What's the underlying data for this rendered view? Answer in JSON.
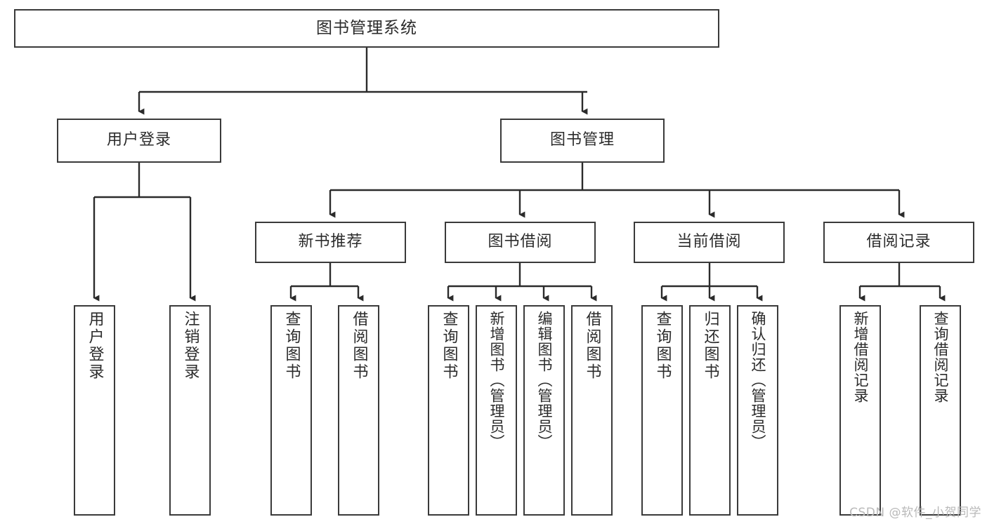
{
  "diagram": {
    "title": "图书管理系统",
    "type": "tree-hierarchy-chart",
    "watermark": "CSDN @软件_小贺同学",
    "colors": {
      "box_border": "#3a3a3a",
      "box_fill": "#ffffff",
      "edge": "#2b2b2b",
      "text": "#2b2b2b",
      "watermark": "#b9b9b9",
      "background": "#ffffff"
    },
    "root": {
      "label": "图书管理系统"
    },
    "level2": [
      {
        "id": "user-login",
        "label": "用户登录"
      },
      {
        "id": "book-manage",
        "label": "图书管理"
      }
    ],
    "level3": [
      {
        "id": "new-book-recommend",
        "label": "新书推荐",
        "parent": "book-manage"
      },
      {
        "id": "book-borrow",
        "label": "图书借阅",
        "parent": "book-manage"
      },
      {
        "id": "current-borrow",
        "label": "当前借阅",
        "parent": "book-manage"
      },
      {
        "id": "borrow-record",
        "label": "借阅记录",
        "parent": "book-manage"
      }
    ],
    "leaves": {
      "user-login": [
        {
          "id": "leaf-user-login",
          "label": "用户登录"
        },
        {
          "id": "leaf-logout-login",
          "label": "注销登录"
        }
      ],
      "new-book-recommend": [
        {
          "id": "leaf-query-book-1",
          "label": "查询图书"
        },
        {
          "id": "leaf-borrow-book-1",
          "label": "借阅图书"
        }
      ],
      "book-borrow": [
        {
          "id": "leaf-query-book-2",
          "label": "查询图书"
        },
        {
          "id": "leaf-add-book",
          "label": "新增图书（管理员）"
        },
        {
          "id": "leaf-edit-book",
          "label": "编辑图书（管理员）"
        },
        {
          "id": "leaf-borrow-book-2",
          "label": "借阅图书"
        }
      ],
      "current-borrow": [
        {
          "id": "leaf-query-book-3",
          "label": "查询图书"
        },
        {
          "id": "leaf-return-book",
          "label": "归还图书"
        },
        {
          "id": "leaf-confirm-return",
          "label": "确认归还（管理员）"
        }
      ],
      "borrow-record": [
        {
          "id": "leaf-add-record",
          "label": "新增借阅记录"
        },
        {
          "id": "leaf-query-record",
          "label": "查询借阅记录"
        }
      ]
    }
  }
}
